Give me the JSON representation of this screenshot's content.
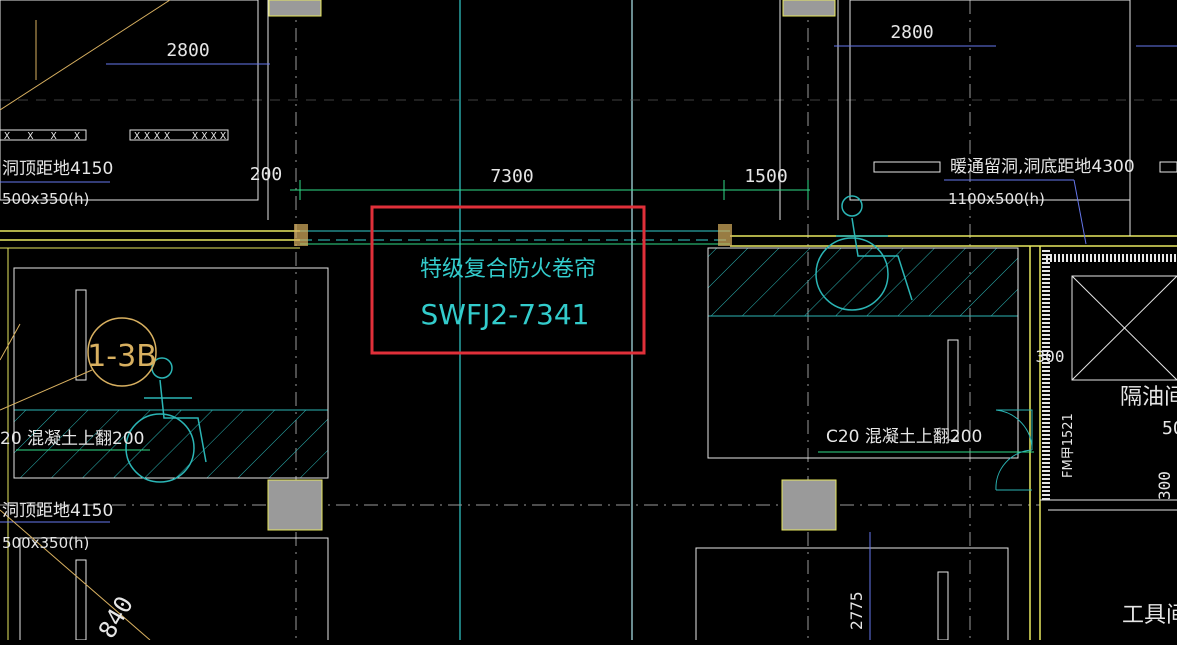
{
  "colors": {
    "background": "#000000",
    "grid_cyan": "#33cccc",
    "grid_light": "#b0e8f0",
    "wall_yellow": "#e8e860",
    "hatch_cyan": "#2bb5b5",
    "dim_white": "#e6e6e6",
    "highlight_red": "#e0303a",
    "column_gray": "#9a9a9a",
    "annotation_orange": "#d8b060",
    "dash_gray": "#7a7a7a",
    "blue_line": "#4466ff"
  },
  "dimensions": {
    "top_left_2800": "2800",
    "top_right_2800": "2800",
    "left_200": "200",
    "center_7300": "7300",
    "right_1500": "1500",
    "label_300": "300",
    "label_50_fragment": "50",
    "label_300_vertical": "300",
    "label_2775": "2775",
    "label_840_fragment": "840"
  },
  "notes": {
    "hole_top_left": "洞顶距地4150",
    "hole_top_left_size": "500x350(h)",
    "hole_bottom_left": "洞顶距地4150",
    "hole_bottom_left_size": "500x350(h)",
    "hvac_opening": "暖通留洞,洞底距地4300",
    "hvac_opening_size": "1100x500(h)",
    "concrete_curb_left": "20  混凝土上翻200",
    "concrete_curb_right": "C20  混凝土上翻200",
    "room_oil_separator": "隔油间",
    "room_tools": "工具间",
    "door_fm": "FM甲1521",
    "xxxx_marks": "XXXX"
  },
  "callouts": {
    "axis_bubble": "1-3B"
  },
  "highlight": {
    "title": "特级复合防火卷帘",
    "code": "SWFJ2-7341"
  }
}
